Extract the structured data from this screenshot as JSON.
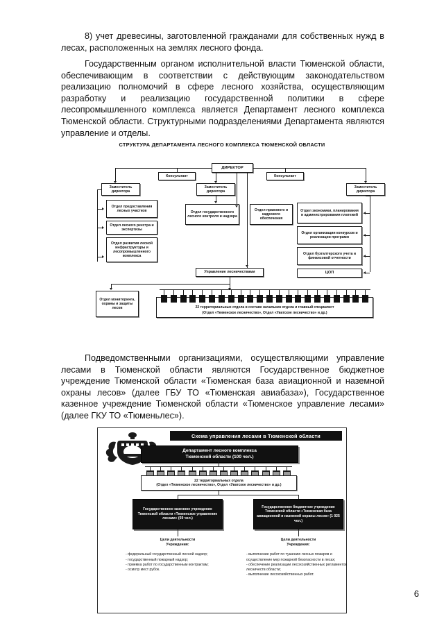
{
  "document": {
    "page_number": "6",
    "paragraphs": [
      "8) учет древесины, заготовленной гражданами для собственных нужд в лесах, расположенных на землях лесного фонда.",
      "Государственным органом исполнительной власти Тюменской области, обеспечивающим в соответствии с действующим законодательством реализацию полномочий в сфере лесного хозяйства, осуществляющим разработку и реализацию государственной политики в сфере лесопромышленного комплекса является Департамент лесного комплекса Тюменской области. Структурными подразделениями Департамента являются управление и отделы.",
      "Подведомственными организациями, осуществляющими управление лесами в Тюменской области являются Государственное бюджетное учреждение Тюменской области «Тюменская база авиационной и наземной охраны лесов» (далее ГБУ ТО «Тюменская авиабаза»), Государственное казенное учреждение Тюменской области «Тюменское управление лесами» (далее ГКУ ТО «Тюменьлес»)."
    ]
  },
  "orgchart": {
    "title": "СТРУКТУРА ДЕПАРТАМЕНТА ЛЕСНОГО КОМПЛЕКСА ТЮМЕНСКОЙ ОБЛАСТИ",
    "director": "ДИРЕКТОР",
    "consultant_left": "Консультант",
    "consultant_right": "Консультант",
    "deputy_1": "Заместитель директора",
    "deputy_2": "Заместитель директора",
    "deputy_3": "Заместитель директора",
    "col1": [
      "Отдел предоставления лесных участков",
      "Отдел лесного реестра и экспертизы",
      "Отдел развития лесной инфраструктуры и лесопромышленного комплекса"
    ],
    "col2": [
      "Отдел государственного лесного контроля и надзора"
    ],
    "col3": [
      "Отдел правового и кадрового обеспечения"
    ],
    "col4": [
      "Отдел экономики, планирования и администрирования платежей",
      "Отдел организации конкурсов и реализации программ",
      "Отдел бухгалтерского учета и финансовой отчетности"
    ],
    "forestry_management": "Управление лесничествами",
    "monitoring_department": "Отдел мониторинга, охраны и защиты лесов",
    "cop": "ЦОП",
    "territorial_line1": "22 территориальных отдела в составе начальник отдела и главный специалист",
    "territorial_line2": "(Отдел «Тюменское лесничество», Отдел «Уватское лесничество» и др.)",
    "territorial_count": 22
  },
  "scheme": {
    "banner": "Схема управления лесами в Тюменской области",
    "crest_name": "tyumen-coat-of-arms",
    "department_line1": "Департамент лесного комплекса",
    "department_line2": "Тюменской области (100 чел.)",
    "territorial_line1": "22 территориальных отдела",
    "territorial_line2": "(Отдел «Тюменское лесничество», Отдел «Уватское лесничество» и др.)",
    "territorial_count": 14,
    "institution_left": "Государственное казенное учреждение Тюменской области «Тюменское управление лесами» (69 чел.)",
    "institution_right": "Государственное бюджетное учреждение Тюменской области «Тюменская база авиационной и наземной охраны лесов» (1 025 чел.)",
    "goals_left_head": "Цели деятельности\nУчреждения:",
    "goals_left": [
      "- федеральный государственный лесной надзор;",
      "- государственный пожарный надзор;",
      "- приемка работ по государственным контрактам;",
      "- осмотр мест рубок."
    ],
    "goals_right_head": "Цели деятельности\nУчреждения:",
    "goals_right": [
      "- выполнение работ по тушению лесных пожаров и осуществление мер пожарной безопасности в лесах;",
      "- обеспечение реализации лесохозяйственных регламентов лесничеств области;",
      "- выполнение лесохозяйственных работ."
    ]
  },
  "colors": {
    "ink": "#111111",
    "paper": "#ffffff",
    "fill_dark": "#111111"
  }
}
